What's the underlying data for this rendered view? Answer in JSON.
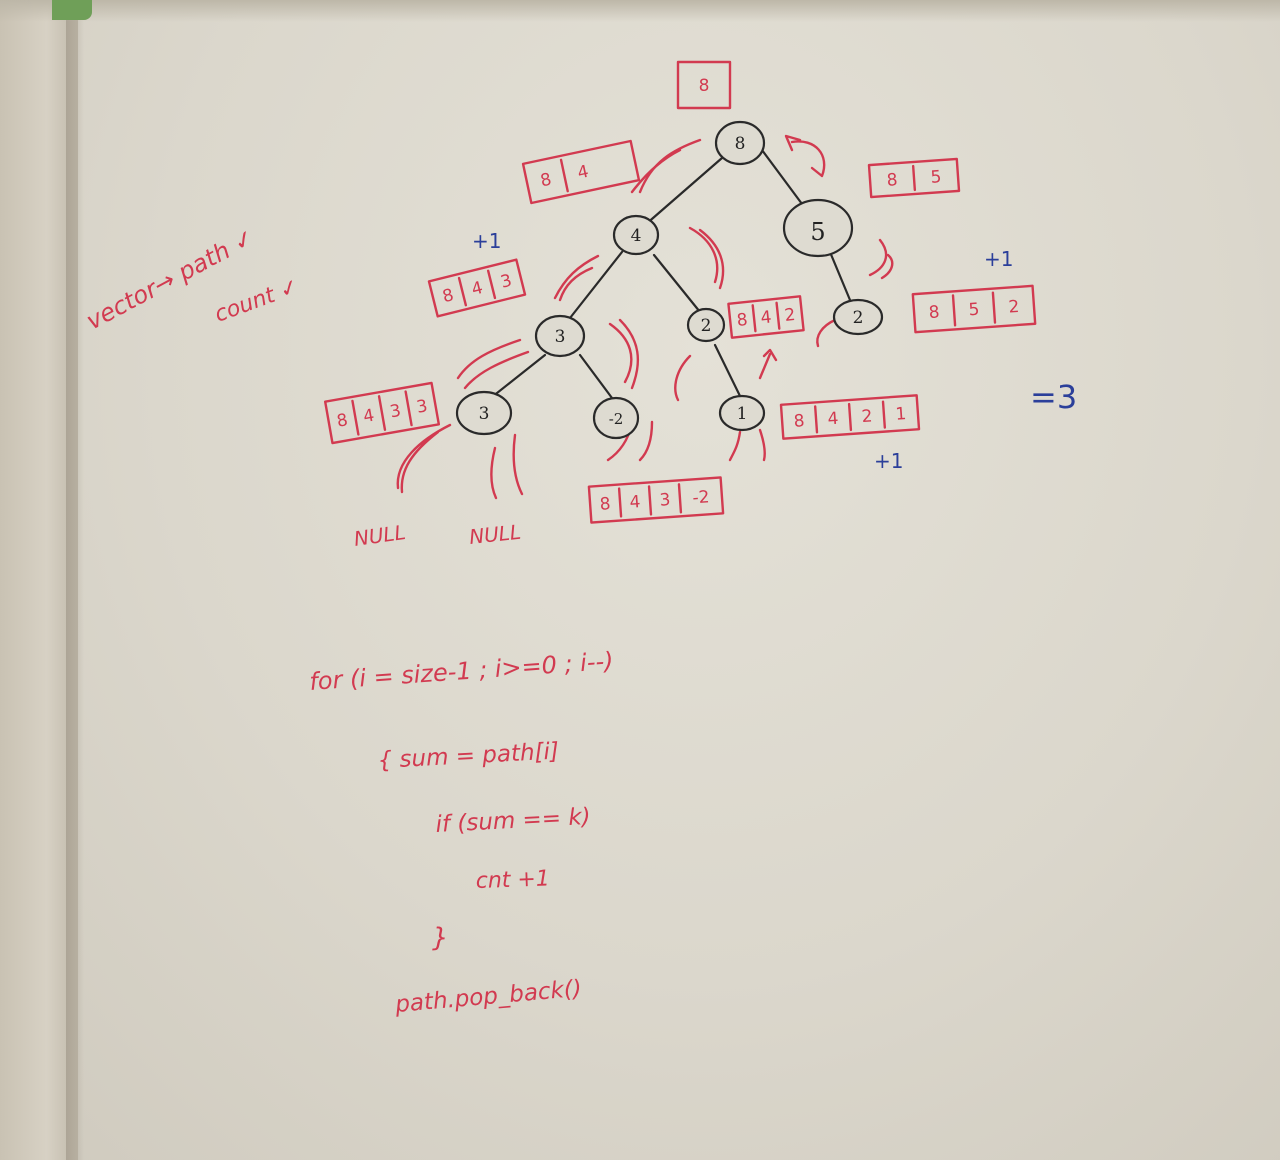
{
  "notes": {
    "vector_label": "vector→ path ✓",
    "count_label": "count ✓",
    "result": "=3"
  },
  "tree": {
    "nodes": [
      {
        "id": "root",
        "value": "8"
      },
      {
        "id": "n4",
        "value": "4"
      },
      {
        "id": "n5",
        "value": "5"
      },
      {
        "id": "n3a",
        "value": "3"
      },
      {
        "id": "n2a",
        "value": "2"
      },
      {
        "id": "n2b",
        "value": "2"
      },
      {
        "id": "n3b",
        "value": "3"
      },
      {
        "id": "nm2",
        "value": "-2"
      },
      {
        "id": "n1",
        "value": "1"
      }
    ],
    "null_labels": [
      "NULL",
      "NULL"
    ],
    "plus_marks": [
      "+1",
      "+1",
      "+1"
    ]
  },
  "paths": [
    {
      "id": "path-root",
      "cells": [
        "8"
      ]
    },
    {
      "id": "path-8-4",
      "cells": [
        "8",
        "4"
      ]
    },
    {
      "id": "path-8-5",
      "cells": [
        "8",
        "5"
      ]
    },
    {
      "id": "path-8-4-3",
      "cells": [
        "8",
        "4",
        "3"
      ]
    },
    {
      "id": "path-8-4-2",
      "cells": [
        "8",
        "4",
        "2"
      ]
    },
    {
      "id": "path-8-5-2",
      "cells": [
        "8",
        "5",
        "2"
      ]
    },
    {
      "id": "path-8-4-3-3",
      "cells": [
        "8",
        "4",
        "3",
        "3"
      ]
    },
    {
      "id": "path-8-4-2-1",
      "cells": [
        "8",
        "4",
        "2",
        "1"
      ]
    },
    {
      "id": "path-8-4-3-m2",
      "cells": [
        "8",
        "4",
        "3",
        "-2"
      ]
    }
  ],
  "code": {
    "lines": [
      "for (i = size-1 ; i>=0 ; i--)",
      "{  sum = path[i]",
      "if (sum == k)",
      "cnt +1",
      "}",
      "path.pop_back()"
    ]
  }
}
